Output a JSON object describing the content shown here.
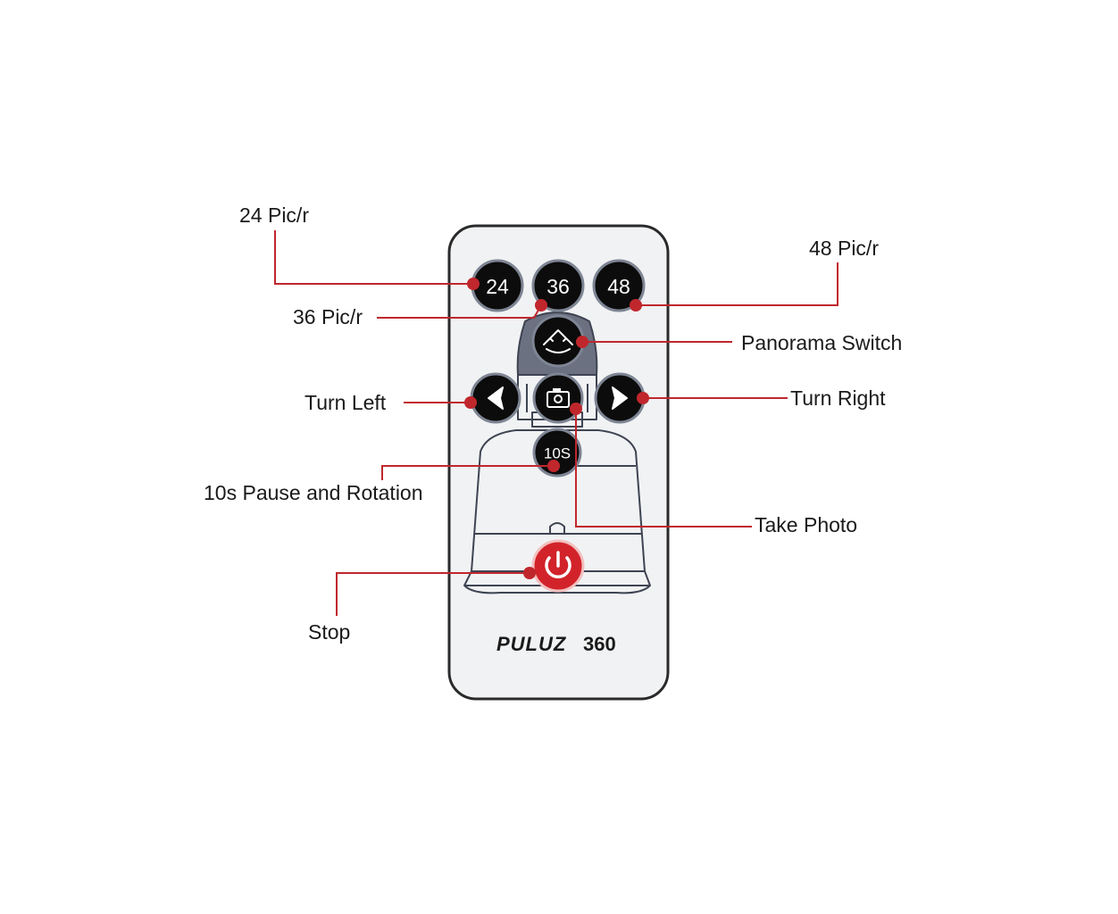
{
  "remote": {
    "brand": "PULUZ",
    "model": "360",
    "buttons": {
      "btn24": "24",
      "btn36": "36",
      "btn48": "48",
      "btn10s": "10S"
    }
  },
  "labels": {
    "pic24": "24 Pic/r",
    "pic36": "36 Pic/r",
    "pic48": "48 Pic/r",
    "panorama": "Panorama Switch",
    "turn_left": "Turn Left",
    "turn_right": "Turn Right",
    "pause": "10s Pause and Rotation",
    "take_photo": "Take Photo",
    "stop": "Stop"
  },
  "colors": {
    "leader": "#c0272d",
    "stop_button": "#d2232a",
    "button": "#0c0c0c"
  }
}
